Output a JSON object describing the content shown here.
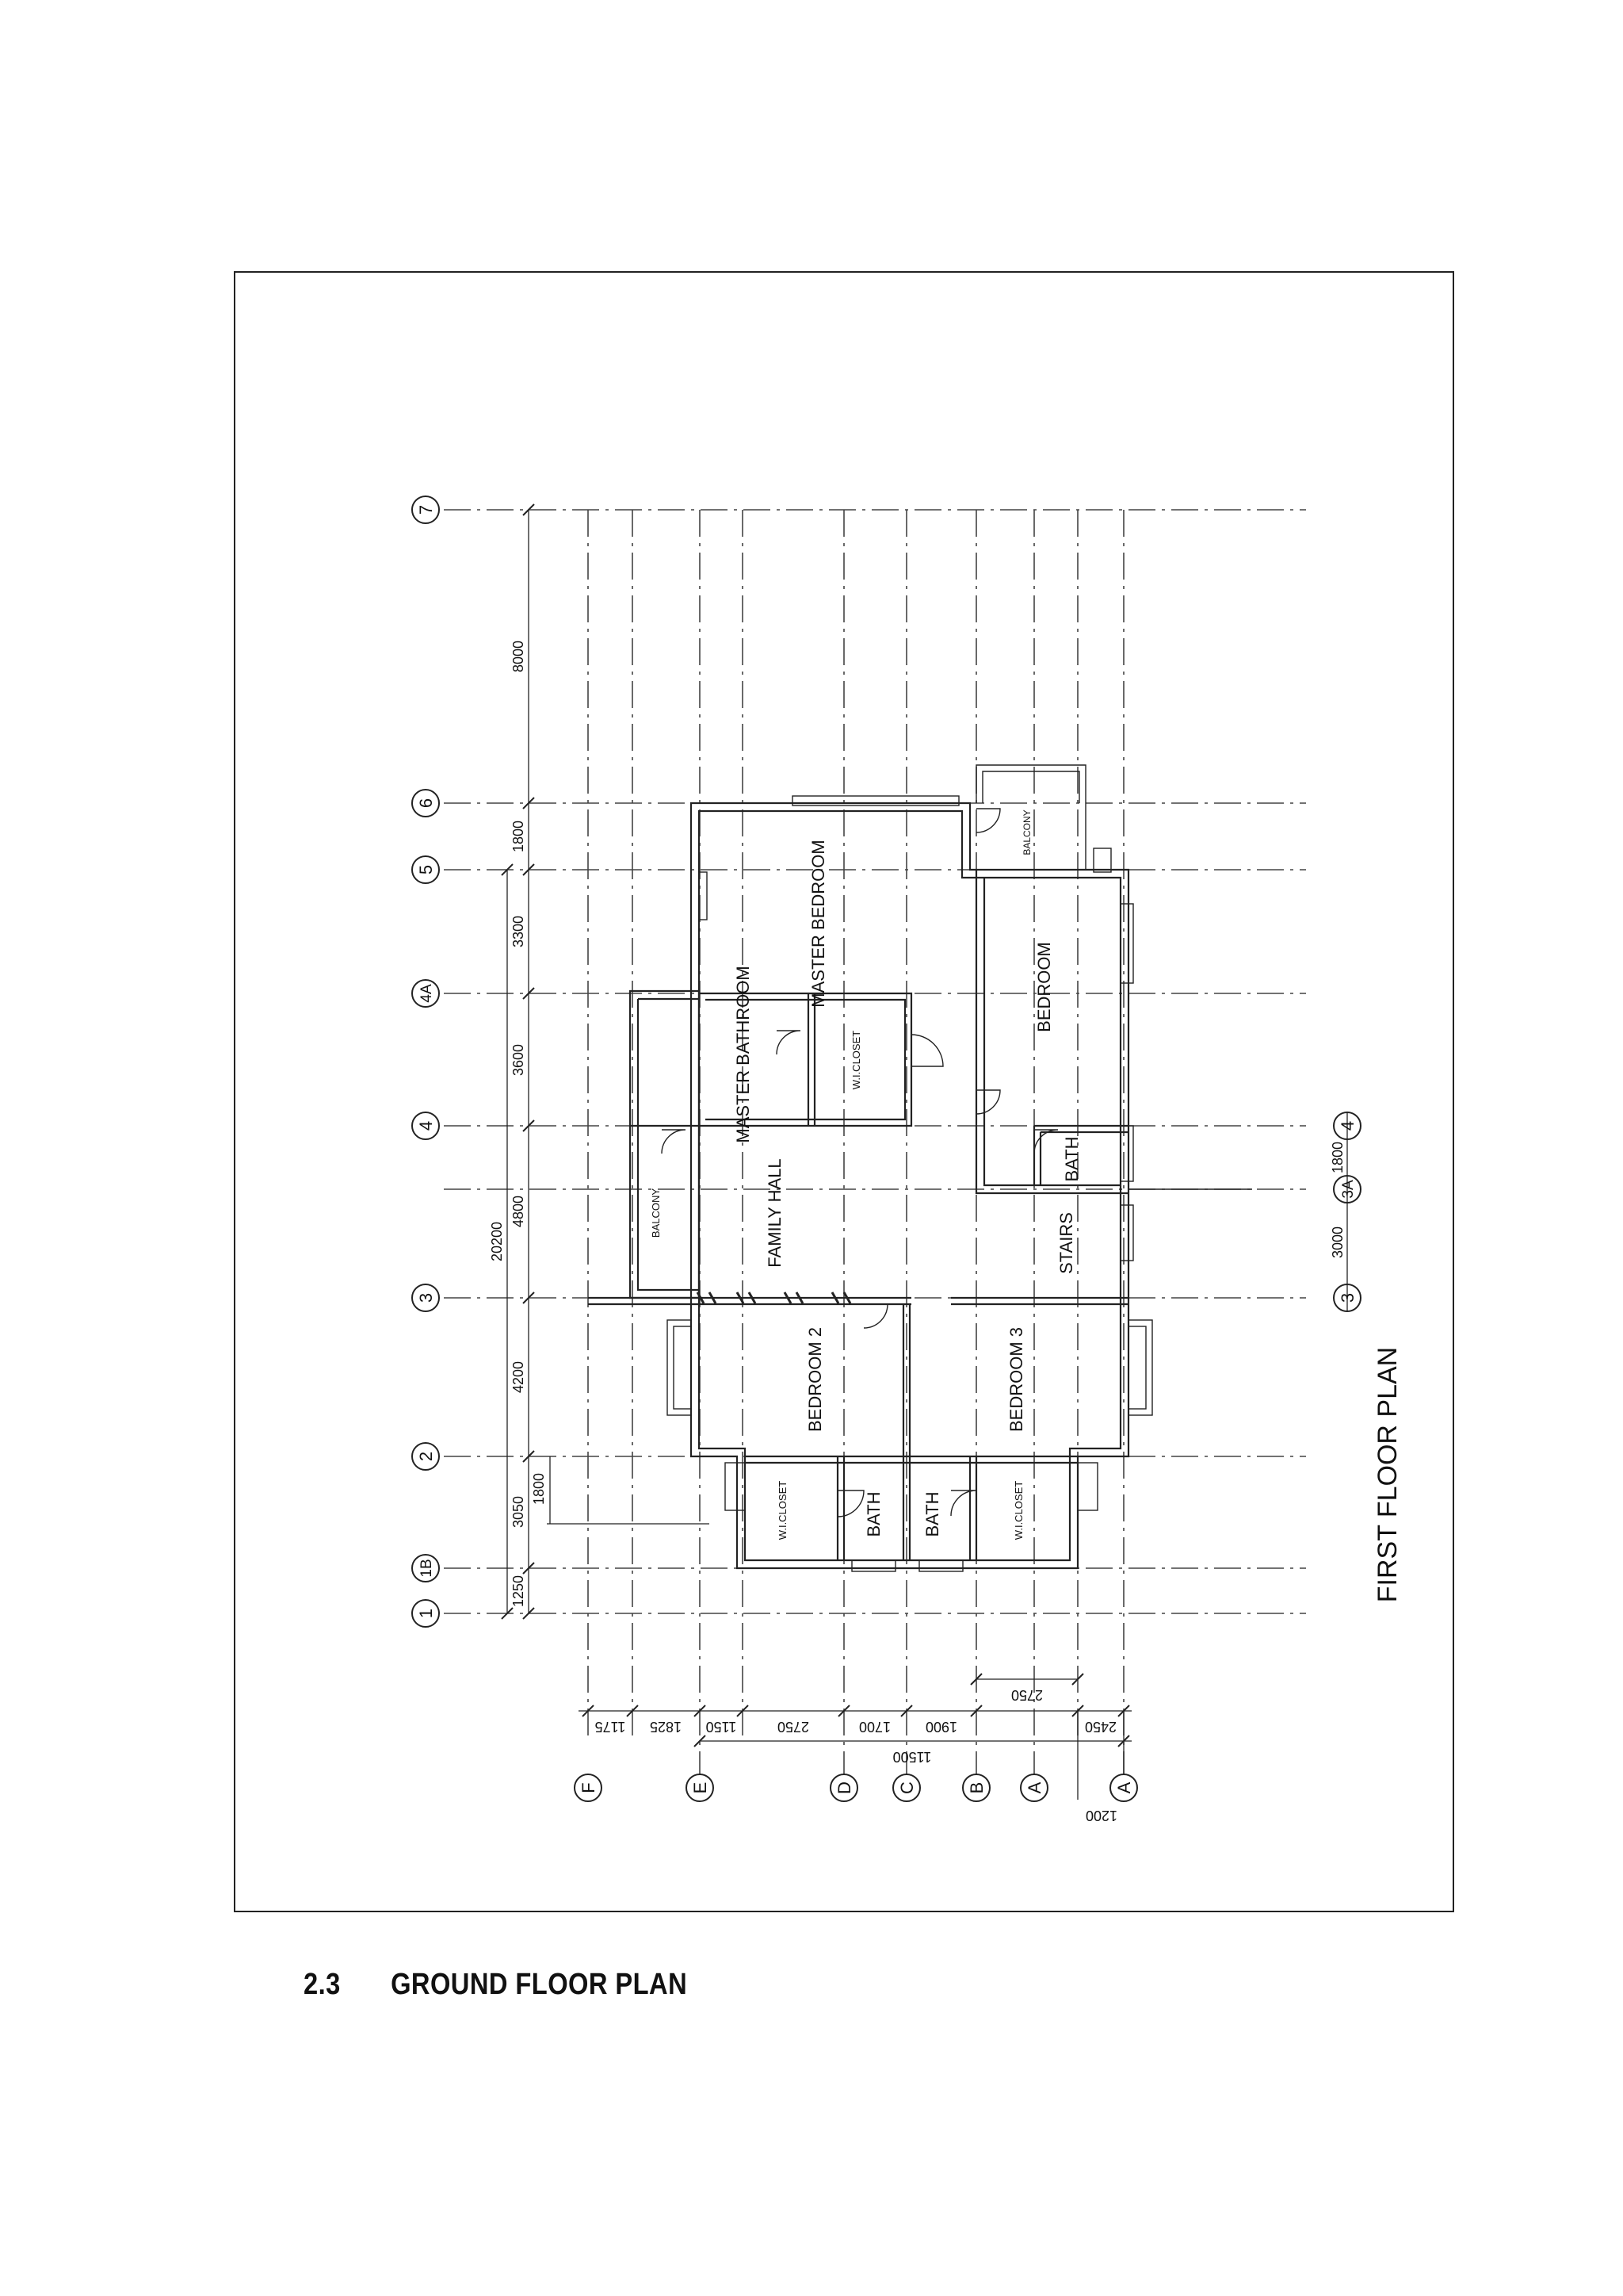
{
  "plan": {
    "title": "FIRST FLOOR PLAN",
    "rooms": {
      "master_bedroom": "MASTER BEDROOM",
      "bedroom_right": "BEDROOM",
      "master_bathroom": "MASTER BATHROOM",
      "wi_closet_top": "W.I.CLOSET",
      "balcony_left": "BALCONY",
      "balcony_right": "BALCONY",
      "family_hall": "FAMILY HALL",
      "bath_right": "BATH",
      "stairs": "STAIRS",
      "bedroom_2": "BEDROOM 2",
      "bedroom_3": "BEDROOM 3",
      "wi_closet_left": "W.I.CLOSET",
      "bath_left_1": "BATH",
      "bath_left_2": "BATH",
      "wi_closet_right": "W.I.CLOSET"
    },
    "row_grid_labels": [
      "7",
      "6",
      "5",
      "4A",
      "4",
      "3",
      "2",
      "1B",
      "1"
    ],
    "row_dimensions": [
      "8000",
      "1800",
      "3300",
      "3600",
      "4800",
      "4200",
      "3050",
      "1250"
    ],
    "row_total": "20200",
    "row_sub_dim": "1800",
    "column_grid_labels": [
      "F",
      "E",
      "D",
      "C",
      "B",
      "A",
      "A"
    ],
    "column_dimensions": [
      "1175",
      "1825",
      "1150",
      "1150",
      "2750",
      "1700",
      "1900",
      "2450"
    ],
    "column_total": "11500",
    "column_extra_dims": [
      "2750",
      "1200"
    ],
    "right_grid_labels": [
      "4",
      "3A",
      "3"
    ],
    "right_dimensions": [
      "1800",
      "3000"
    ]
  },
  "page": {
    "section_number": "2.3",
    "section_title": "GROUND FLOOR PLAN"
  }
}
